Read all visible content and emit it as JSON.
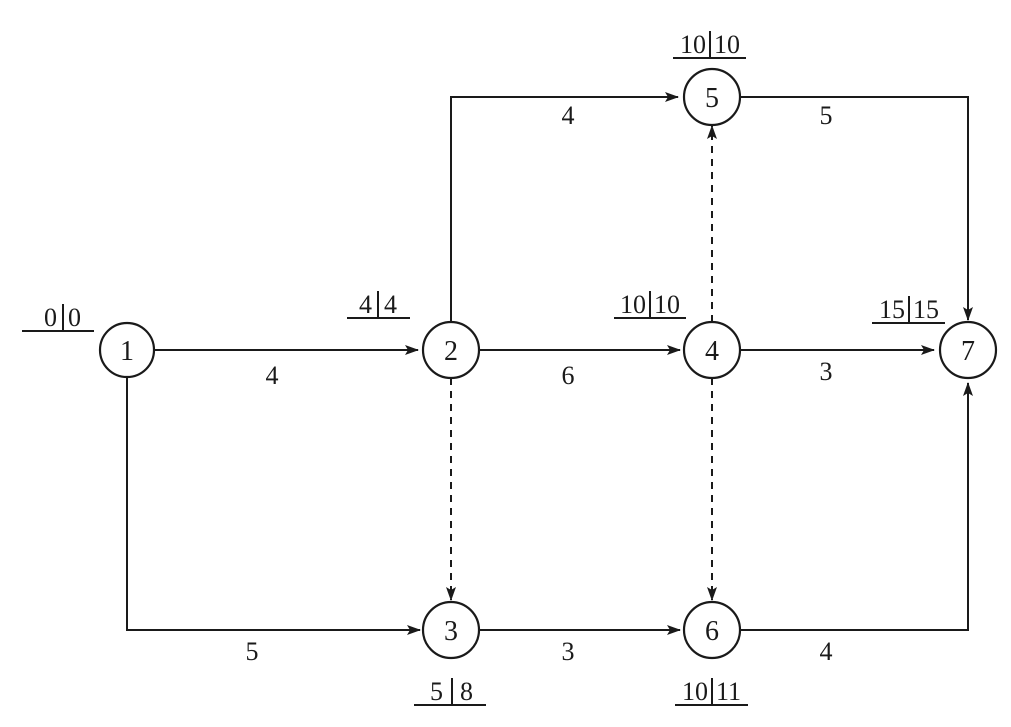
{
  "nodes": [
    {
      "id": "1",
      "label": "1",
      "early": "0",
      "late": "0"
    },
    {
      "id": "2",
      "label": "2",
      "early": "4",
      "late": "4"
    },
    {
      "id": "3",
      "label": "3",
      "early": "5",
      "late": "8"
    },
    {
      "id": "4",
      "label": "4",
      "early": "10",
      "late": "10"
    },
    {
      "id": "5",
      "label": "5",
      "early": "10",
      "late": "10"
    },
    {
      "id": "6",
      "label": "6",
      "early": "10",
      "late": "11"
    },
    {
      "id": "7",
      "label": "7",
      "early": "15",
      "late": "15"
    }
  ],
  "activities": [
    {
      "from": "1",
      "to": "2",
      "duration": "4",
      "dummy": false
    },
    {
      "from": "1",
      "to": "3",
      "duration": "5",
      "dummy": false
    },
    {
      "from": "2",
      "to": "5",
      "duration": "4",
      "dummy": false
    },
    {
      "from": "2",
      "to": "4",
      "duration": "6",
      "dummy": false
    },
    {
      "from": "2",
      "to": "3",
      "duration": "",
      "dummy": true
    },
    {
      "from": "3",
      "to": "6",
      "duration": "3",
      "dummy": false
    },
    {
      "from": "4",
      "to": "5",
      "duration": "",
      "dummy": true
    },
    {
      "from": "4",
      "to": "6",
      "duration": "",
      "dummy": true
    },
    {
      "from": "4",
      "to": "7",
      "duration": "3",
      "dummy": false
    },
    {
      "from": "5",
      "to": "7",
      "duration": "5",
      "dummy": false
    },
    {
      "from": "6",
      "to": "7",
      "duration": "4",
      "dummy": false
    }
  ]
}
